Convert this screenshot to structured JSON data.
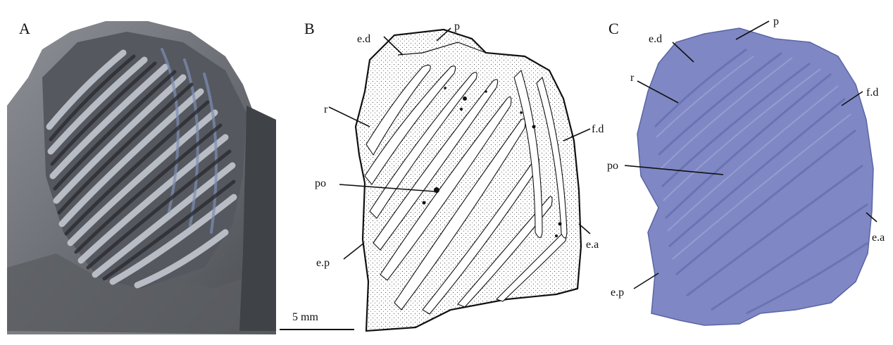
{
  "panels": [
    {
      "letter": "A"
    },
    {
      "letter": "B"
    },
    {
      "letter": "C"
    }
  ],
  "labels": {
    "p": "p",
    "ed": "e.d",
    "r": "r",
    "fd": "f.d",
    "po": "po",
    "ea": "e.a",
    "ep": "e.p"
  },
  "scale_bar": {
    "label": "5 mm"
  },
  "colors": {
    "photo_dark": "#3c3f45",
    "photo_light": "#b9bcc2",
    "photo_tint": "#7d8fb5",
    "model_fill": "#7f88c4",
    "model_shadow": "#5a64a6",
    "drawing_line": "#111111"
  }
}
